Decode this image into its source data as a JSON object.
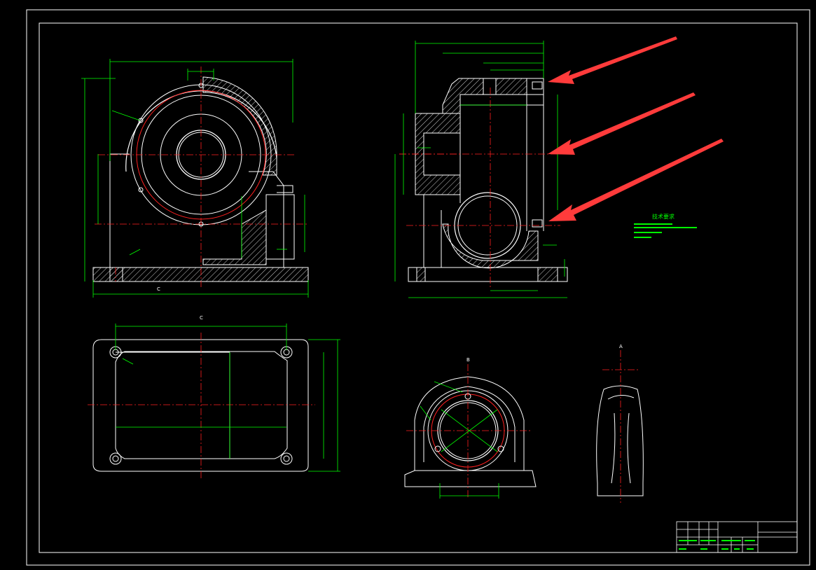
{
  "colors": {
    "background": "#000000",
    "outline": "#ffffff",
    "dimension": "#00ff00",
    "centerline": "#ff2020",
    "hatch": "#ffffff",
    "annotation_arrow": "#ff3b3b"
  },
  "drawing": {
    "views": [
      "front-section-view",
      "side-section-view",
      "base-plan-view",
      "aux-flange-view",
      "local-section-view"
    ],
    "section_markers": [
      "C",
      "C",
      "B",
      "A"
    ],
    "tech_requirements_title": "技术要求",
    "annotation_arrows_count": 3,
    "title_block": {
      "grid_cols": 10,
      "grid_rows": 4
    }
  }
}
